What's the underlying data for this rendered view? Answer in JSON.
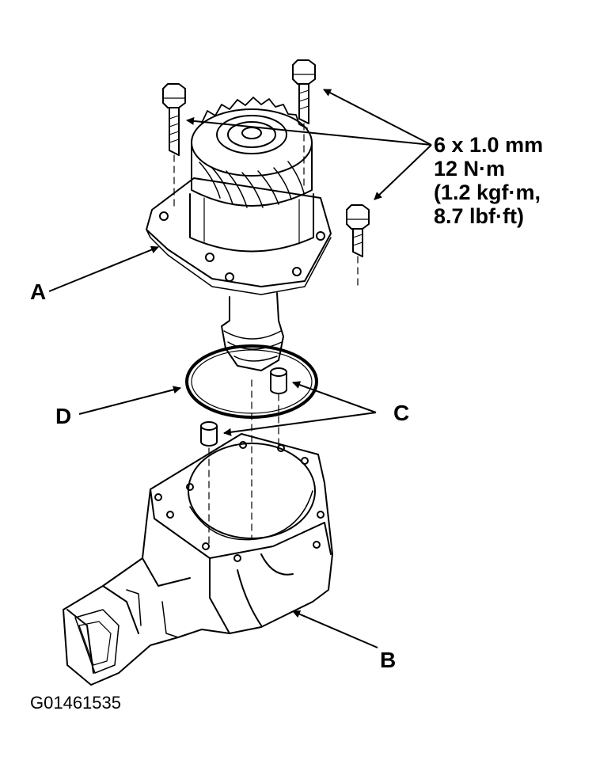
{
  "figure": {
    "callouts": {
      "a": "A",
      "b": "B",
      "c": "C",
      "d": "D"
    },
    "spec_lines": [
      "6 x 1.0 mm",
      "12 N·m",
      "(1.2 kgf·m,",
      "8.7 lbf·ft)"
    ],
    "figure_id": "G01461535",
    "colors": {
      "ink": "#000000",
      "paper": "#ffffff"
    }
  }
}
